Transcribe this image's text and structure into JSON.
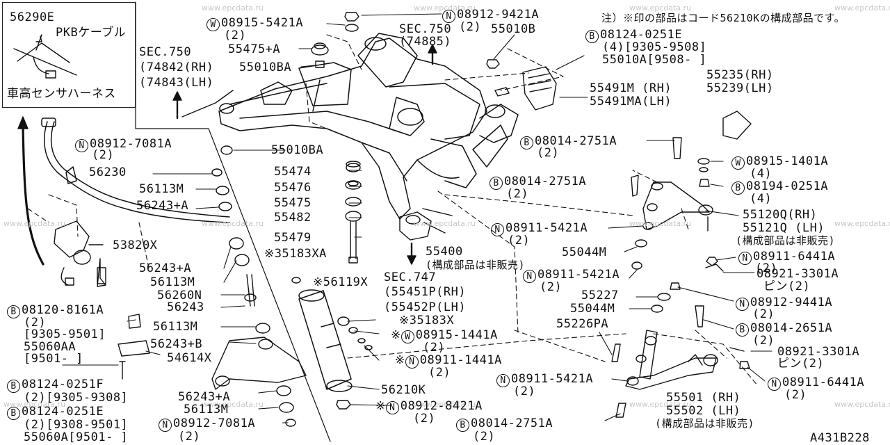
{
  "watermark": "www.epcdata.ru",
  "note": "注）※印の部品はコード56210Kの構成部品です。",
  "drawing_id": "A431B228",
  "inset": {
    "part": "56290E",
    "pkb_cable": "PKBケーブル",
    "harness": "車高センサハーネス"
  },
  "sections": {
    "sec750_left": "SEC.750",
    "sec750_left_rh": "(74842(RH)",
    "sec750_left_lh": "(74843(LH)",
    "sec750_top": "SEC.750",
    "sec750_top_code": "(74885)",
    "sec747": "SEC.747",
    "sec747_rh": "(55451P(RH)",
    "sec747_lh": "(55452P(LH)"
  },
  "labels": {
    "n08912_9421a": "08912-9421A",
    "qty2_a": "(2)",
    "w08915_5421a": "08915-5421A",
    "qty2_b": "(2)",
    "p55010b": "55010B",
    "b08124_0251e": "08124-0251E",
    "qty4_date": "(4)[9305-9508]",
    "p55010a": "55010A[9508-    ]",
    "p55475a": "55475+A",
    "p55010ba_1": "55010BA",
    "p55491m": "55491M (RH)",
    "p55491ma": "55491MA(LH)",
    "p55235": "55235(RH)",
    "p55239": "55239(LH)",
    "p55010ba_2": "55010BA",
    "n08912_7081a": "08912-7081A",
    "qty2_c": "(2)",
    "p56230": "56230",
    "p56113m_1": "56113M",
    "p56243a_1": "56243+A",
    "p53820x": "53820X",
    "p55474": "55474",
    "p55476": "55476",
    "p55475": "55475",
    "p55482": "55482",
    "p55479": "55479",
    "s35183xa": "※35183XA",
    "p55400": "55400",
    "p55400_note": "(構成部品は非販売)",
    "b08014_2751a_1": "08014-2751A",
    "qty2_d": "(2)",
    "w08915_1401a": "08915-1401A",
    "qty4_b": "(4)",
    "b08194_0251a": "08194-0251A",
    "qty4_c": "(4)",
    "b08014_2751a_2": "08014-2751A",
    "qty2_e": "(2)",
    "p55120q": "55120Q(RH)",
    "p55121q": "55121Q (LH)",
    "p55120_note": "(構成部品は非販売)",
    "n08911_5421a_1": "08911-5421A",
    "qty2_f": "(2)",
    "p55044m_1": "55044M",
    "n08911_6441a_1": "08911-6441A",
    "qty2_g": "(2)",
    "p08921_3301a_1": "08921-3301A",
    "pin2_a": "ピン(2)",
    "n08911_5421a_2": "08911-5421A",
    "qty2_h": "(2)",
    "p56243a_2": "56243+A",
    "p56113m_2": "56113M",
    "p56260n": "56260N",
    "p56243": "56243",
    "b08120_8161a": "08120-8161A",
    "qty2_i": "(2)",
    "date_9305_9501": "[9305-9501]",
    "p55060aa": "55060AA",
    "date_9501": "[9501-   ]",
    "p56113m_3": "56113M",
    "p56243b": "56243+B",
    "p54614x": "54614X",
    "s56119x": "※56119X",
    "s35183x": "※35183X",
    "w08915_1441a": "08915-1441A",
    "qty2_j": "(2)",
    "n08911_1441a": "08911-1441A",
    "qty2_k": "(2)",
    "p55227": "55227",
    "p55044m_2": "55044M",
    "p55226pa": "55226PA",
    "n08912_9441a": "08912-9441A",
    "qty2_l": "(2)",
    "b08014_2651a": "08014-2651A",
    "qty2_m": "(2)",
    "p08921_3301a_2": "08921-3301A",
    "pin2_b": "ピン(2)",
    "b08124_0251f": "08124-0251F",
    "qty2_date_9305_9308": "(2)[9305-9308]",
    "b08124_0251e_2": "08124-0251E",
    "qty2_date_9308_9501": "(2)[9308-9501]",
    "p55060a": "55060A[9501-  ]",
    "p56243a_3": "56243+A",
    "p56113m_4": "56113M",
    "n08912_7081a_2": "08912-7081A",
    "qty2_n": "(2)",
    "p56210k": "56210K",
    "s08912_8421a": "08912-8421A",
    "qty2_o": "(2)",
    "b08014_2751a_3": "08014-2751A",
    "qty2_p": "(2)",
    "n08911_5421a_3": "08911-5421A",
    "qty2_q": "(2)",
    "p55501": "55501 (RH)",
    "p55502": "55502 (LH)",
    "p55501_note": "(構成部品は非販売)",
    "n08911_6441a_2": "08911-6441A",
    "qty2_r": "(2)"
  },
  "symbols": {
    "n": "N",
    "w": "W",
    "b": "B",
    "star": "※"
  }
}
